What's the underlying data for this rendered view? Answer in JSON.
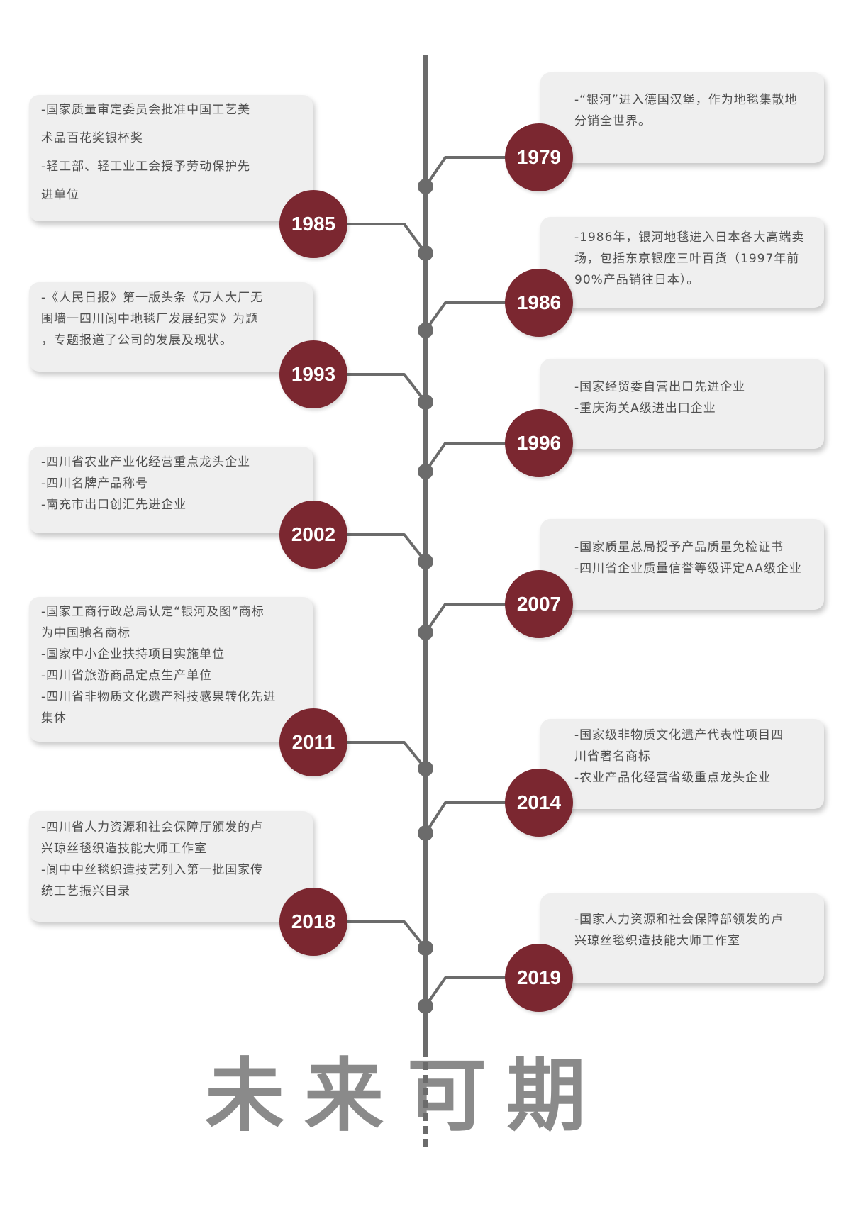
{
  "timeline": {
    "events": [
      {
        "year": "1979",
        "lines": [
          "-“银河”进入德国汉堡，作为地毯集散地",
          "分销全世界。"
        ]
      },
      {
        "year": "1985",
        "lines": [
          "-国家质量审定委员会批准中国工艺美",
          "术品百花奖银杯奖",
          "-轻工部、轻工业工会授予劳动保护先",
          "进单位"
        ]
      },
      {
        "year": "1986",
        "lines": [
          "-1986年，银河地毯进入日本各大高端卖",
          "场，包括东京银座三叶百货（1997年前",
          "90%产品销往日本）。"
        ]
      },
      {
        "year": "1993",
        "lines": [
          "-《人民日报》第一版头条《万人大厂无",
          "围墙一四川阆中地毯厂发展纪实》为题",
          "，专题报道了公司的发展及现状。"
        ]
      },
      {
        "year": "1996",
        "lines": [
          "-国家经贸委自营出口先进企业",
          "-重庆海关A级进出口企业"
        ]
      },
      {
        "year": "2002",
        "lines": [
          "-四川省农业产业化经营重点龙头企业",
          "-四川名牌产品称号",
          "-南充市出口创汇先进企业"
        ]
      },
      {
        "year": "2007",
        "lines": [
          "-国家质量总局授予产品质量免检证书",
          "-四川省企业质量信誉等级评定AA级企业"
        ]
      },
      {
        "year": "2011",
        "lines": [
          "-国家工商行政总局认定“银河及图”商标",
          "为中国驰名商标",
          "-国家中小企业扶持项目实施单位",
          "-四川省旅游商品定点生产单位",
          "-四川省非物质文化遗产科技感果转化先进",
          "集体"
        ]
      },
      {
        "year": "2014",
        "lines": [
          "-国家级非物质文化遗产代表性项目四",
          "川省著名商标",
          "-农业产品化经营省级重点龙头企业"
        ]
      },
      {
        "year": "2018",
        "lines": [
          "-四川省人力资源和社会保障厅颁发的卢",
          "兴琼丝毯织造技能大师工作室",
          "-阆中中丝毯织造技艺列入第一批国家传",
          "统工艺振兴目录"
        ]
      },
      {
        "year": "2019",
        "lines": [
          "-国家人力资源和社会保障部领发的卢",
          "兴琼丝毯织造技能大师工作室"
        ]
      }
    ]
  },
  "footer": {
    "chars": [
      "未",
      "来",
      "可",
      "期"
    ]
  },
  "colors": {
    "axis": "#6b6b6b",
    "badge": "#7b2730",
    "card": "#efefef",
    "text": "#4f4f4f"
  }
}
